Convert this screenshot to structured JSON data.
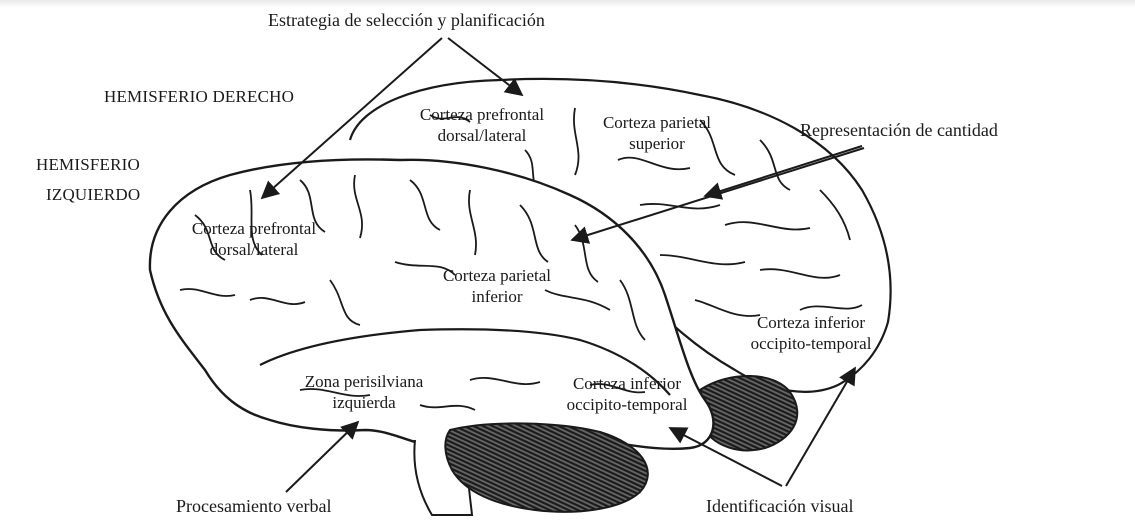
{
  "callouts": {
    "strategy": "Estrategia de selección y planificación",
    "quantity": "Representación de cantidad",
    "verbal": "Procesamiento verbal",
    "visual": "Identificación visual"
  },
  "hemispheres": {
    "right": "HEMISFERIO DERECHO",
    "left_line1": "HEMISFERIO",
    "left_line2": "IZQUIERDO"
  },
  "regions": {
    "right_prefrontal": {
      "line1": "Corteza prefrontal",
      "line2": "dorsal/lateral"
    },
    "right_parietal_superior": {
      "line1": "Corteza parietal",
      "line2": "superior"
    },
    "left_prefrontal": {
      "line1": "Corteza prefrontal",
      "line2": "dorsal/lateral"
    },
    "left_parietal_inferior": {
      "line1": "Corteza parietal",
      "line2": "inferior"
    },
    "right_occipito_temporal": {
      "line1": "Corteza inferior",
      "line2": "occipito-temporal"
    },
    "left_perisylvian": {
      "line1": "Zona perisilviana",
      "line2": "izquierda"
    },
    "left_occipito_temporal": {
      "line1": "Corteza inferior",
      "line2": "occipito-temporal"
    }
  }
}
